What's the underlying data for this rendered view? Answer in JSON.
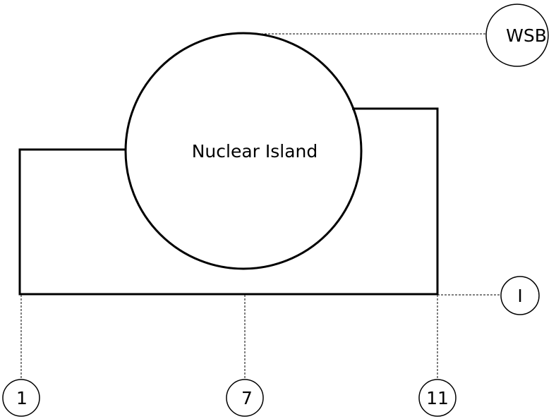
{
  "diagram": {
    "main_label": "Nuclear Island",
    "tags": {
      "wsb": "WSB",
      "grid_i": "I",
      "grid_1": "1",
      "grid_7": "7",
      "grid_11": "11"
    }
  }
}
